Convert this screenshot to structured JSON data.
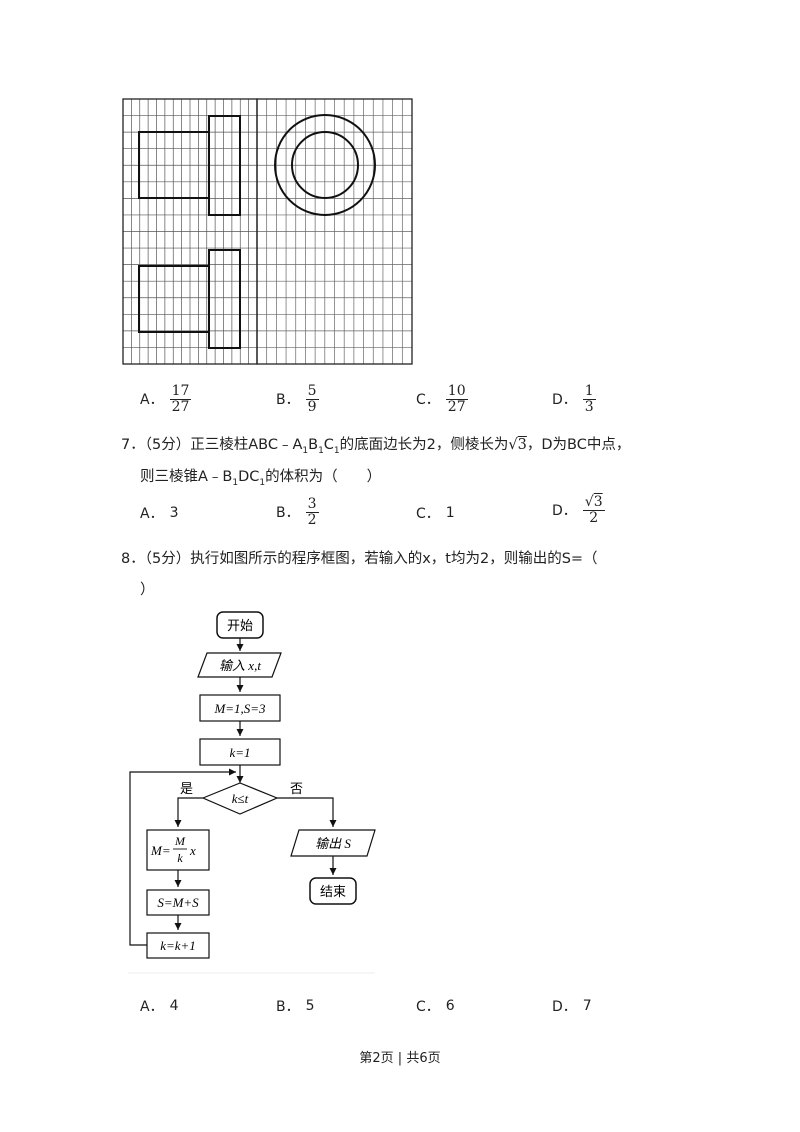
{
  "q6_options": [
    {
      "label": "A．",
      "num": "17",
      "den": "27"
    },
    {
      "label": "B．",
      "num": "5",
      "den": "9"
    },
    {
      "label": "C．",
      "num": "10",
      "den": "27"
    },
    {
      "label": "D．",
      "num": "1",
      "den": "3"
    }
  ],
  "q7": {
    "number": "7．",
    "points": "（5分）",
    "text_a": "正三棱柱ABC﹣A",
    "sub1": "1",
    "text_b": "B",
    "sub2": "1",
    "text_c": "C",
    "sub3": "1",
    "text_d": "的底面边长为2，侧棱长为",
    "sqrt_rad": "3",
    "text_e": "，D为BC中点，",
    "line2_a": "则三棱锥A﹣B",
    "line2_sub1": "1",
    "line2_b": "DC",
    "line2_sub2": "1",
    "line2_c": "的体积为（　　）",
    "options": [
      {
        "label": "A．",
        "value": "3"
      },
      {
        "label": "B．",
        "num": "3",
        "den": "2"
      },
      {
        "label": "C．",
        "value": "1"
      },
      {
        "label": "D．",
        "sqrt_rad": "3",
        "den": "2"
      }
    ]
  },
  "q8": {
    "number": "8．",
    "points": "（5分）",
    "text": "执行如图所示的程序框图，若输入的x，t均为2，则输出的S=（",
    "line2": "）",
    "options": [
      {
        "label": "A．",
        "value": "4"
      },
      {
        "label": "B．",
        "value": "5"
      },
      {
        "label": "C．",
        "value": "6"
      },
      {
        "label": "D．",
        "value": "7"
      }
    ]
  },
  "flowchart": {
    "start": "开始",
    "input": "输入 x,t",
    "init": "M=1,S=3",
    "k_init": "k=1",
    "cond": "k≤t",
    "yes": "是",
    "no": "否",
    "step1_lhs": "M=",
    "step1_num": "M",
    "step1_den": "k",
    "step1_x": "x",
    "step2": "S=M+S",
    "step3": "k=k+1",
    "output": "输出 S",
    "end": "结束"
  },
  "footer": "第2页 | 共6页"
}
